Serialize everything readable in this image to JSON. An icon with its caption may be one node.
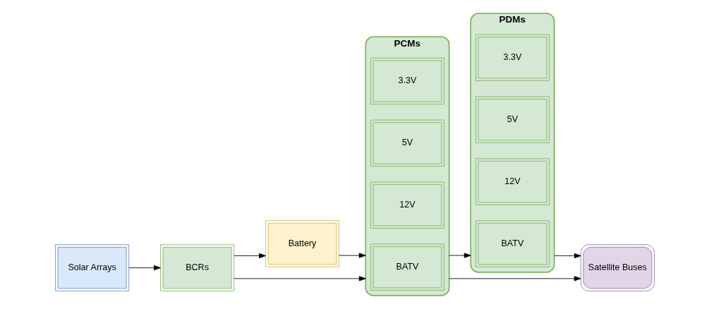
{
  "diagram": {
    "nodes": [
      {
        "text": [
          "Solar Arrays"
        ]
      },
      {
        "text": [
          "BCRs"
        ]
      },
      {
        "text": [
          "Battery"
        ]
      },
      {
        "text": [
          "PCMs"
        ]
      },
      {
        "text": [
          "BATV"
        ],
        "in": 3
      },
      {
        "text": [
          "12V"
        ],
        "in": 3
      },
      {
        "text": [
          "5V"
        ],
        "in": 3
      },
      {
        "text": [
          "3.3V"
        ],
        "in": 3
      },
      {
        "text": [
          "PDMs"
        ]
      },
      {
        "text": [
          "BATV"
        ],
        "in": 8
      },
      {
        "text": [
          "12V"
        ],
        "in": 8
      },
      {
        "text": [
          "5V"
        ],
        "in": 8
      },
      {
        "text": [
          "3.3V"
        ],
        "in": 8
      },
      {
        "text": [
          "Satellite Buses"
        ]
      }
    ],
    "edges": [
      {
        "from": 0,
        "to": 1,
        "arrow": "to"
      },
      {
        "from": 1,
        "to": 3,
        "arrow": "to"
      },
      {
        "from": 1,
        "to": 2,
        "arrow": "to"
      },
      {
        "from": 2,
        "to": 3,
        "arrow": "to"
      },
      {
        "from": 3,
        "to": 8,
        "arrow": "to"
      },
      {
        "from": 3,
        "to": 13,
        "arrow": "to"
      },
      {
        "from": 8,
        "to": 13,
        "arrow": "to"
      }
    ]
  }
}
